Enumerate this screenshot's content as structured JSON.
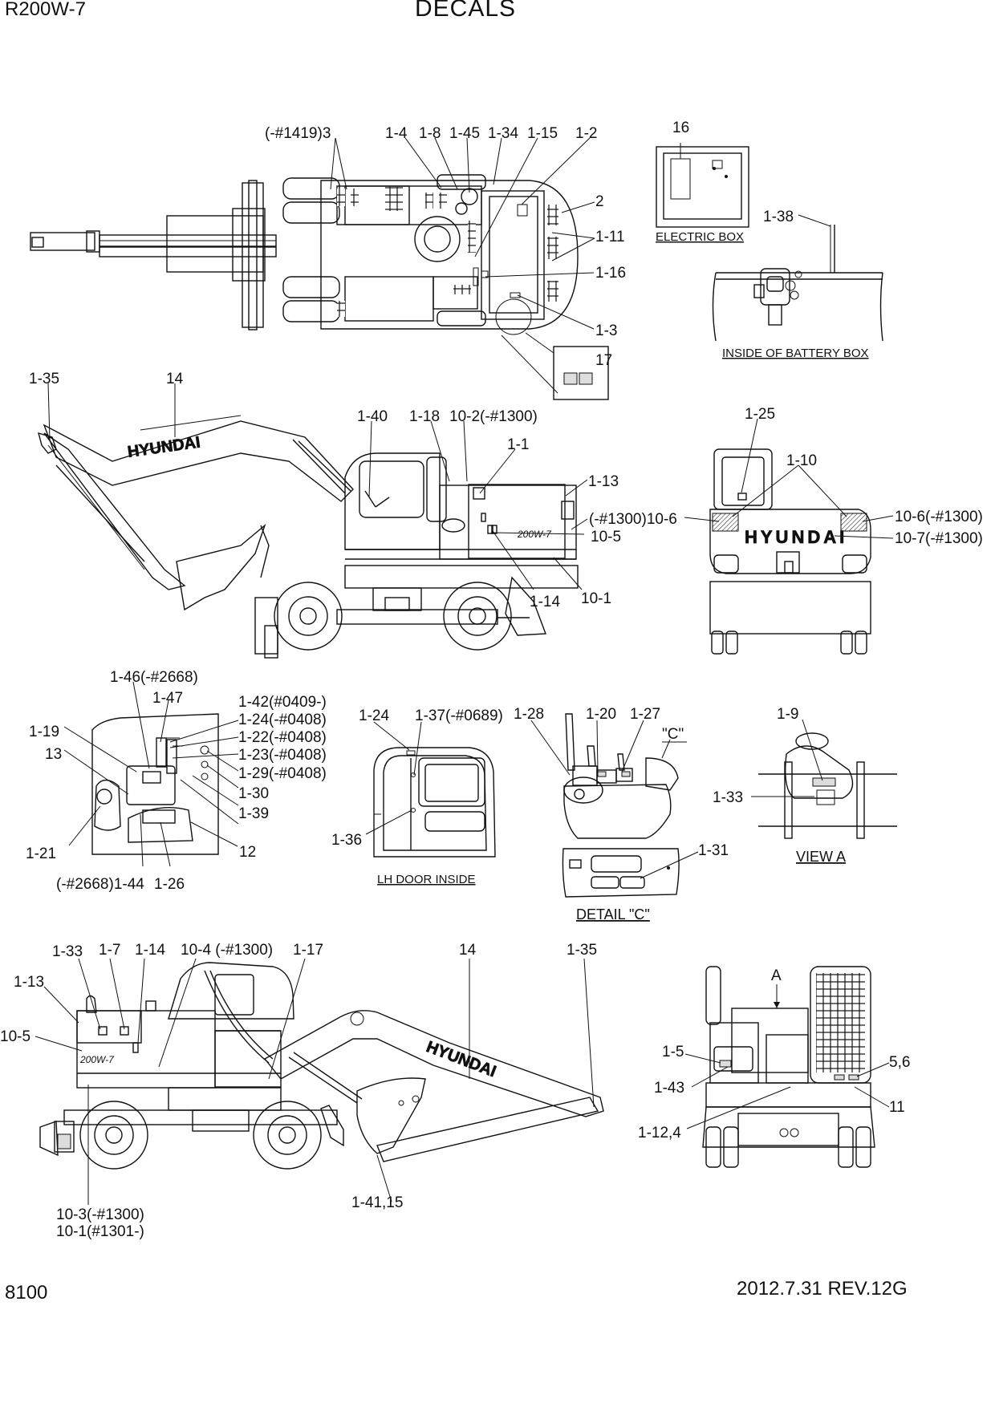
{
  "header": {
    "model": "R200W-7",
    "title": "DECALS"
  },
  "footer": {
    "page_number": "8100",
    "revision": "2012.7.31  REV.12G"
  },
  "captions": {
    "electric_box": "ELECTRIC BOX",
    "battery_box": "INSIDE OF BATTERY BOX",
    "lh_door": "LH DOOR INSIDE",
    "detail_c": "DETAIL \"C\"",
    "view_a": "VIEW A",
    "c_marker": "\"C\"",
    "a_marker": "A"
  },
  "callouts": {
    "top_view": [
      "(-#1419)3",
      "1-4",
      "1-8",
      "1-45",
      "1-34",
      "1-15",
      "1-2",
      "2",
      "1-11",
      "1-16",
      "1-3",
      "17"
    ],
    "electric_box": [
      "16"
    ],
    "battery_box": [
      "1-38"
    ],
    "side_view": [
      "1-35",
      "14",
      "1-40",
      "1-18",
      "10-2(-#1300)",
      "1-1",
      "1-13",
      "(-#1300)10-6",
      "10-5",
      "1-14",
      "10-1"
    ],
    "rear_view": [
      "1-25",
      "1-10",
      "10-6(-#1300)",
      "10-7(-#1300)"
    ],
    "cab_interior": [
      "1-46(-#2668)",
      "1-47",
      "1-42(#0409-)",
      "1-24(-#0408)",
      "1-22(-#0408)",
      "1-23(-#0408)",
      "1-29(-#0408)",
      "1-19",
      "13",
      "1-30",
      "1-39",
      "1-21",
      "12",
      "(-#2668)1-44",
      "1-26"
    ],
    "lh_door": [
      "1-24",
      "1-37(-#0689)",
      "1-36"
    ],
    "console": [
      "1-28",
      "1-20",
      "1-27"
    ],
    "detail_c": [
      "1-31"
    ],
    "view_a": [
      "1-9",
      "1-33"
    ],
    "right_view": [
      "1-33",
      "1-7",
      "1-14",
      "10-4 (-#1300)",
      "1-17",
      "14",
      "1-35",
      "1-13",
      "10-5",
      "1-41,15",
      "10-3(-#1300)",
      "10-1(#1301-)"
    ],
    "front_view": [
      "1-5",
      "1-43",
      "1-12,4",
      "5,6",
      "11"
    ]
  },
  "brand_text": "HYUNDAI",
  "model_badge": "200W-7"
}
